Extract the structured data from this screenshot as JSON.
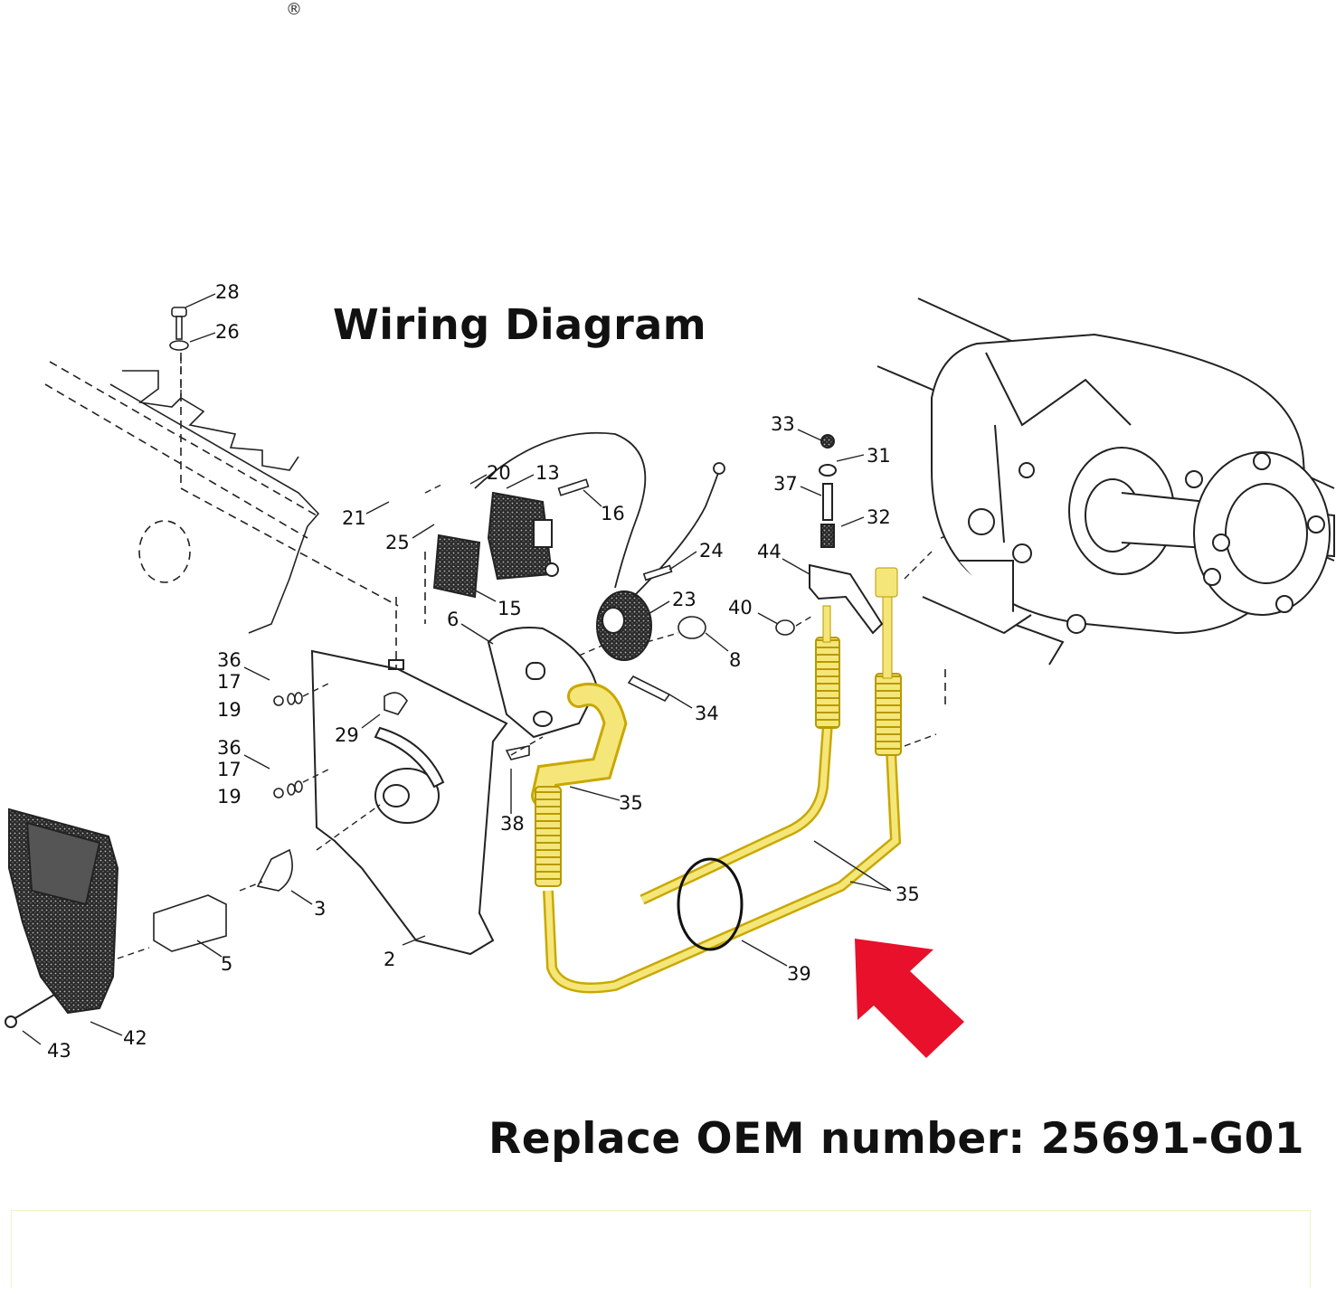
{
  "header": {
    "registered_mark": "®"
  },
  "diagram": {
    "title": "Wiring Diagram",
    "caption": "Replace OEM number: 25691-G01",
    "part_numbers": [
      "28",
      "26",
      "20",
      "13",
      "21",
      "16",
      "25",
      "15",
      "24",
      "23",
      "6",
      "8",
      "34",
      "36",
      "17",
      "19",
      "29",
      "36",
      "17",
      "19",
      "38",
      "35",
      "3",
      "5",
      "2",
      "42",
      "43",
      "33",
      "31",
      "37",
      "32",
      "44",
      "40",
      "35",
      "39"
    ],
    "highlight_color": "#f5e67a",
    "highlight_outline": "#c9a800",
    "arrow_color": "#e8102a",
    "arrow_icon": "red-arrow-icon"
  }
}
